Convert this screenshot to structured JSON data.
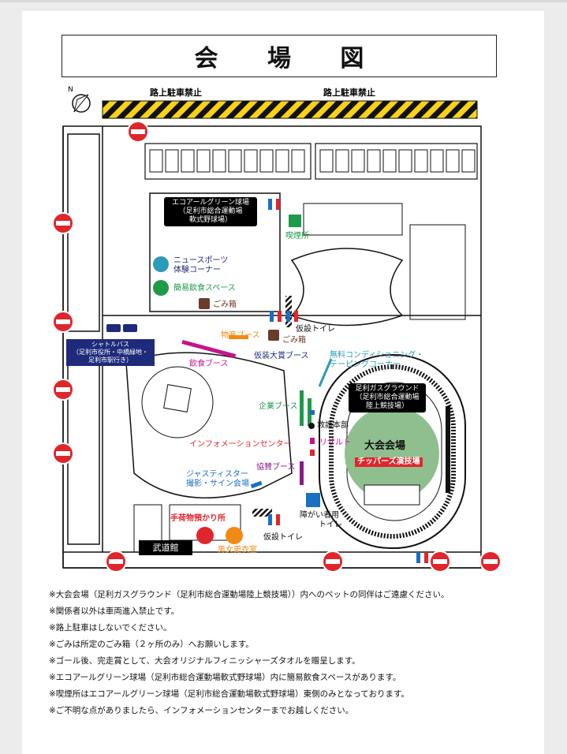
{
  "title": "会 場 図",
  "parking": {
    "left": "路上駐車禁止",
    "right": "路上駐車禁止"
  },
  "compass": "N",
  "areas": {
    "baseball": {
      "l1": "エコアールグリーン球場",
      "l2": "（足利市総合運動場",
      "l3": "軟式野球場）"
    },
    "stadium": {
      "l1": "足利ガスグラウンド",
      "l2": "（足利市総合運動場",
      "l3": "陸上競技場）"
    },
    "shuttle": {
      "l1": "シャトルバス",
      "l2": "（足利市役所・中橋緑地・",
      "l3": "足利市駅行き）"
    },
    "budokan": "武道館"
  },
  "labels": {
    "sports": "ニュースポーツ",
    "sports2": "体験コーナー",
    "food_space": "簡易飲食スペース",
    "trash1": "ごみ箱",
    "smoking": "喫煙所",
    "souvenir": "物産ブース",
    "trash2": "ごみ箱",
    "temp_toilet1": "仮設トイレ",
    "food_booth": "飲食ブース",
    "prize_booth": "仮装大賞ブース",
    "conditioning1": "無料コンディショニング・",
    "conditioning2": "テーピングコーナー",
    "company": "企業ブース",
    "first_aid": "救護本部",
    "main_venue": "大会会場",
    "result": "リザルト",
    "info_center": "インフォメーションセンター",
    "chippers": "チッパーズ演技場",
    "sponsor": "協賛ブース",
    "jasty1": "ジャスティスター",
    "jasty2": "撮影・サイン会場",
    "disabled_toilet1": "障がい者用",
    "disabled_toilet2": "トイレ",
    "baggage": "手荷物預かり所",
    "temp_toilet2": "仮設トイレ",
    "changing": "男女更衣室"
  },
  "notes": [
    "※大会会場（足利ガスグラウンド（足利市総合運動場陸上競技場））内へのペットの同伴はご遠慮ください。",
    "※関係者以外は車両進入禁止です。",
    "※路上駐車はしないでください。",
    "※ごみは所定のごみ箱（２ヶ所のみ）へお願いします。",
    "※ゴール後、完走賞として、大会オリジナルフィニッシャーズタオルを贈呈します。",
    "※エコアールグリーン球場（足利市総合運動場軟式野球場）内に簡易飲食スペースがあります。",
    "※喫煙所はエコアールグリーン球場（足利市総合運動場軟式野球場）東側のみとなっております。",
    "※ご不明な点がありましたら、インフォメーションセンターまでお越しください。"
  ],
  "colors": {
    "teal": "#2a9bb8",
    "green": "#1e9a49",
    "magenta": "#c4148c",
    "red": "#e0262c",
    "orange": "#f08a12",
    "navy": "#1e2a7a",
    "purple": "#8a1a8a",
    "blue": "#1a6fc0",
    "field": "#8fbf8f",
    "yellow": "#f7d216",
    "brown": "#6b3b2b"
  }
}
